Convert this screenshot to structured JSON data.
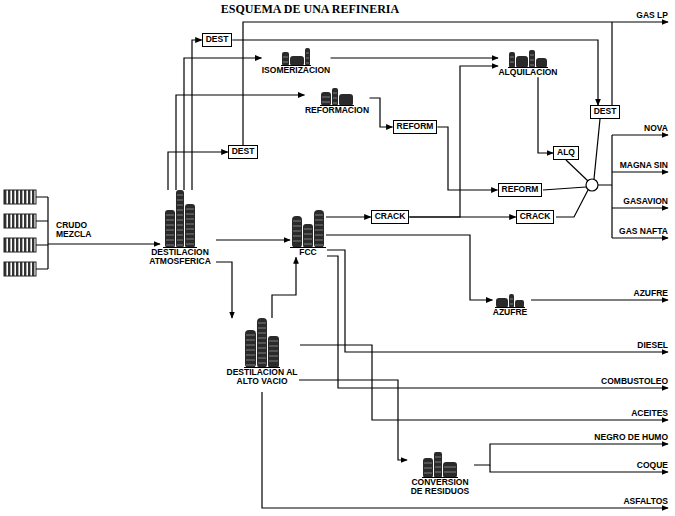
{
  "diagram": {
    "title": "ESQUEMA DE UNA REFINERIA",
    "nodes": [
      {
        "text": [
          "DEST"
        ]
      },
      {
        "text": [
          "ISOMERIZACION"
        ]
      },
      {
        "text": [
          "ALQUILACION"
        ]
      },
      {
        "text": [
          "REFORMACION"
        ]
      },
      {
        "text": [
          "REFORM"
        ]
      },
      {
        "text": [
          "DEST"
        ]
      },
      {
        "text": [
          "DEST"
        ]
      },
      {
        "text": [
          "ALQ"
        ]
      },
      {
        "text": [
          "REFORM"
        ]
      },
      {
        "text": [
          "DESTILACION ATMOSFERICA"
        ]
      },
      {
        "text": [
          "FCC"
        ]
      },
      {
        "text": [
          "CRACK"
        ]
      },
      {
        "text": [
          "CRACK"
        ]
      },
      {
        "text": [
          "AZUFRE"
        ]
      },
      {
        "text": [
          "DESTILACION AL ALTO VACIO"
        ]
      },
      {
        "text": [
          "CONVERSION DE RESIDUOS"
        ]
      }
    ],
    "edges": [
      {
        "from": 9,
        "to": 0,
        "arrow": "to"
      },
      {
        "from": 0,
        "to": 6,
        "arrow": "to"
      },
      {
        "from": 9,
        "to": 1,
        "arrow": "to"
      },
      {
        "from": 1,
        "to": 2,
        "arrow": "to"
      },
      {
        "from": 9,
        "to": 3,
        "arrow": "to"
      },
      {
        "from": 3,
        "to": 4,
        "arrow": "to"
      },
      {
        "from": 4,
        "to": 8,
        "arrow": "to"
      },
      {
        "from": 9,
        "to": 5,
        "arrow": "to"
      },
      {
        "from": 2,
        "to": 7,
        "arrow": "to"
      },
      {
        "from": 11,
        "to": 2,
        "arrow": "to"
      },
      {
        "from": 11,
        "to": 12,
        "arrow": "to"
      },
      {
        "from": 10,
        "to": 11,
        "arrow": "to"
      },
      {
        "from": 9,
        "to": 10,
        "arrow": "to"
      },
      {
        "from": 9,
        "to": 14,
        "arrow": "to"
      },
      {
        "from": 14,
        "to": 10,
        "arrow": "to"
      },
      {
        "from": 10,
        "to": 13,
        "arrow": "to"
      },
      {
        "from": 14,
        "to": 15,
        "arrow": "to"
      }
    ],
    "labels": [
      "CRUDO MEZCLA",
      "GAS LP",
      "NOVA",
      "MAGNA SIN",
      "GASAVION",
      "GAS NAFTA",
      "AZUFRE",
      "DIESEL",
      "COMBUSTOLEO",
      "ACEITES",
      "NEGRO DE HUMO",
      "COQUE",
      "ASFALTOS"
    ]
  }
}
